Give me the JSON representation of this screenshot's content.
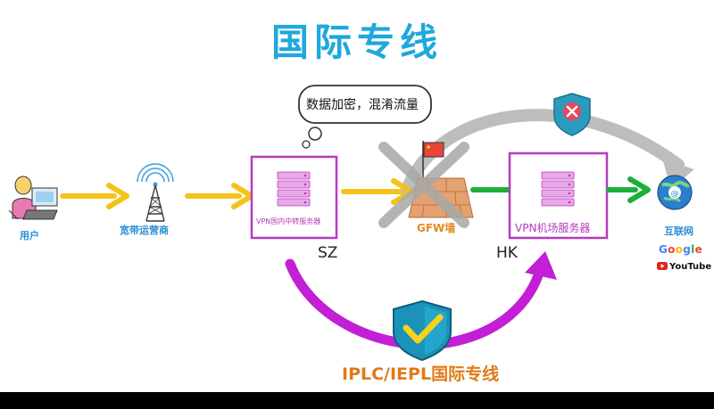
{
  "title": "国际专线",
  "nodes": {
    "user": "用户",
    "isp": "宽带运营商",
    "sz_server": "VPN国内中转服务器",
    "sz": "SZ",
    "gfw": "GFW墙",
    "hk": "HK",
    "hk_server": "VPN机场服务器",
    "internet": "互联网",
    "google": "Google",
    "youtube": "YouTube"
  },
  "bubble": "数据加密，混淆流量",
  "dedicated_line": "IPLC/IEPL国际专线",
  "colors": {
    "title": "#1fa8dc",
    "yellow_arrow": "#f6c21a",
    "green_arrow": "#1fae3c",
    "purple": "#c21fd6",
    "gray_arc": "#bdbdbd",
    "shield": "#1aa3c7",
    "brick": "#e4a271"
  }
}
